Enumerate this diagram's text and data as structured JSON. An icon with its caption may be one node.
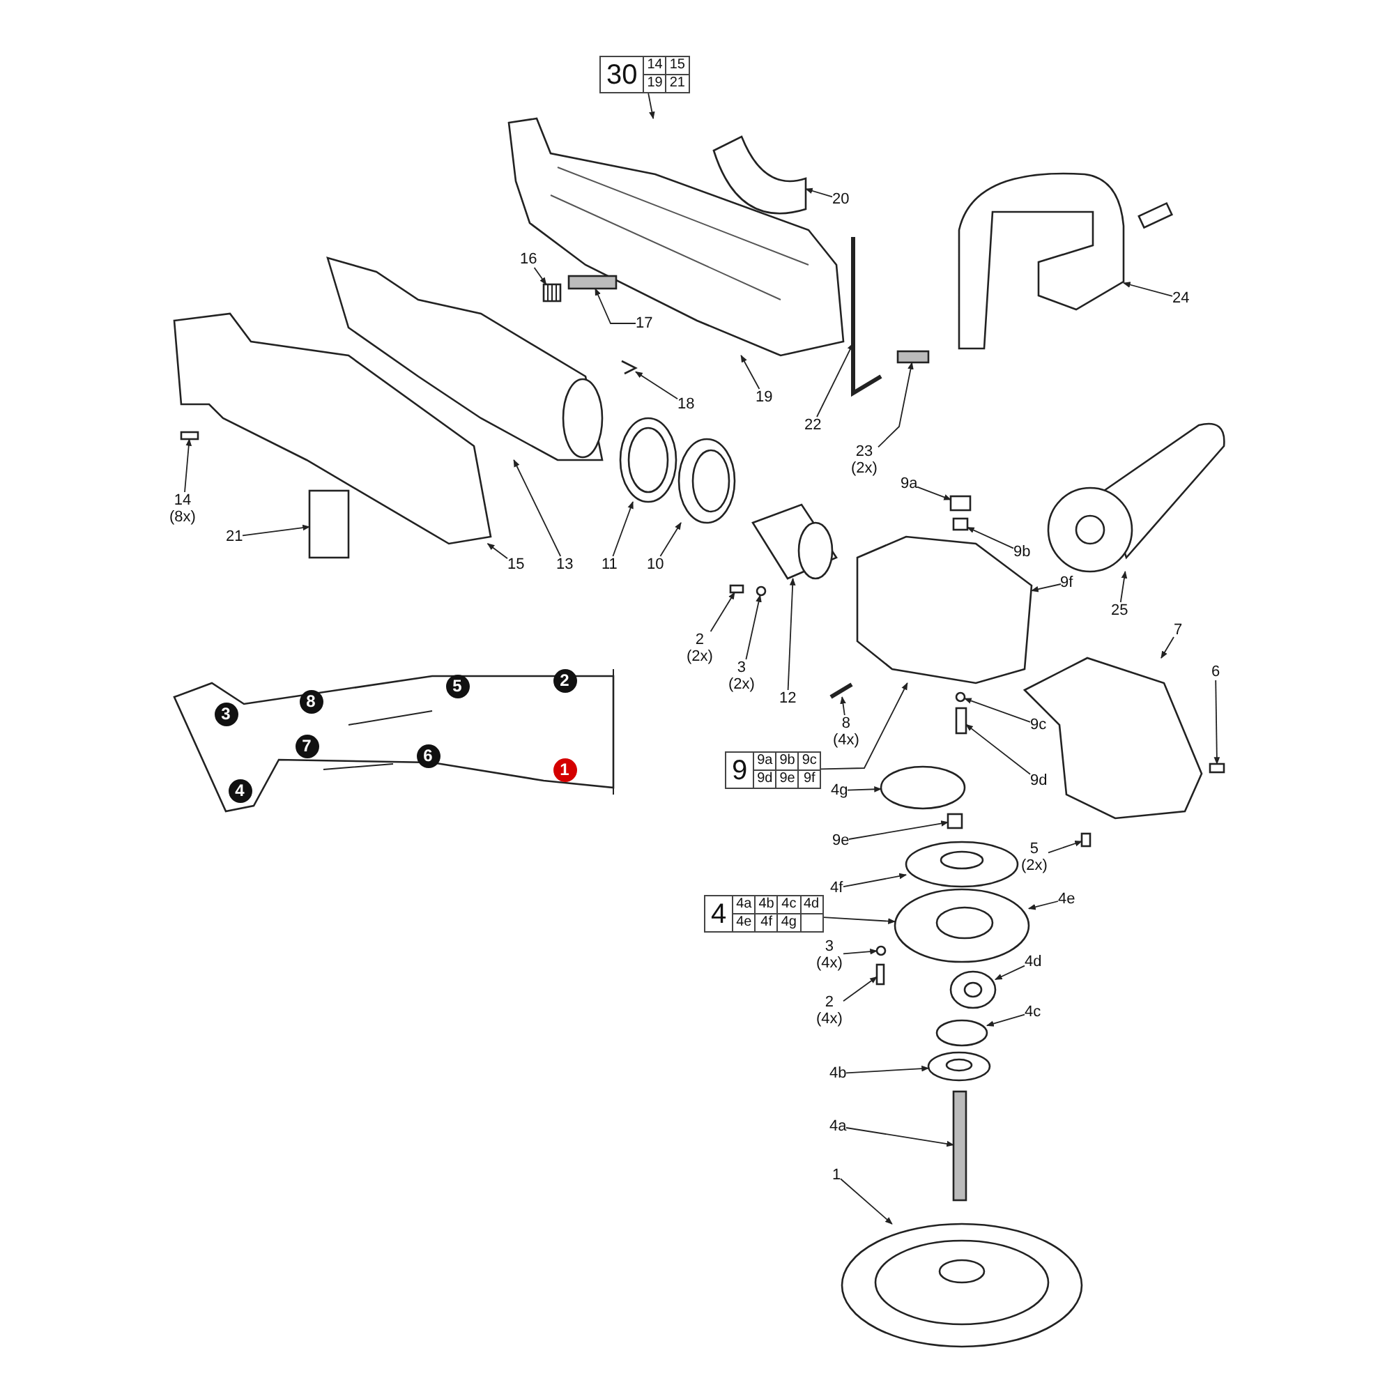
{
  "diagram": {
    "nodes": [
      {
        "text": [
          "30",
          "14",
          "15",
          "19",
          "21"
        ]
      },
      {
        "text": [
          "20"
        ]
      },
      {
        "text": [
          "16"
        ]
      },
      {
        "text": [
          "17"
        ]
      },
      {
        "text": [
          "18"
        ]
      },
      {
        "text": [
          "24"
        ]
      },
      {
        "text": [
          "19"
        ]
      },
      {
        "text": [
          "22"
        ]
      },
      {
        "text": [
          "23 (2x)"
        ]
      },
      {
        "text": [
          "14 (8x)"
        ]
      },
      {
        "text": [
          "21"
        ]
      },
      {
        "text": [
          "15"
        ]
      },
      {
        "text": [
          "13"
        ]
      },
      {
        "text": [
          "11"
        ]
      },
      {
        "text": [
          "10"
        ]
      },
      {
        "text": [
          "9a"
        ]
      },
      {
        "text": [
          "9b"
        ]
      },
      {
        "text": [
          "9f"
        ]
      },
      {
        "text": [
          "25"
        ]
      },
      {
        "text": [
          "2 (2x)"
        ]
      },
      {
        "text": [
          "3 (2x)"
        ]
      },
      {
        "text": [
          "12"
        ]
      },
      {
        "text": [
          "8 (4x)"
        ]
      },
      {
        "text": [
          "7"
        ]
      },
      {
        "text": [
          "6"
        ]
      },
      {
        "text": [
          "9",
          "9a",
          "9b",
          "9c",
          "9d",
          "9e",
          "9f"
        ]
      },
      {
        "text": [
          "9c"
        ]
      },
      {
        "text": [
          "9d"
        ]
      },
      {
        "text": [
          "4g"
        ]
      },
      {
        "text": [
          "9e"
        ]
      },
      {
        "text": [
          "5 (2x)"
        ]
      },
      {
        "text": [
          "4f"
        ]
      },
      {
        "text": [
          "4",
          "4a",
          "4b",
          "4c",
          "4d",
          "4e",
          "4f",
          "4g"
        ]
      },
      {
        "text": [
          "4e"
        ]
      },
      {
        "text": [
          "3 (4x)"
        ]
      },
      {
        "text": [
          "4d"
        ]
      },
      {
        "text": [
          "2 (4x)"
        ]
      },
      {
        "text": [
          "4c"
        ]
      },
      {
        "text": [
          "4b"
        ]
      },
      {
        "text": [
          "4a"
        ]
      },
      {
        "text": [
          "1"
        ]
      },
      {
        "text": [],
        "shape": "picture"
      },
      {
        "text": [],
        "shape": "picture"
      },
      {
        "text": [],
        "shape": "picture"
      },
      {
        "text": [],
        "shape": "bar"
      },
      {
        "text": [],
        "shape": "picture"
      },
      {
        "text": [],
        "shape": "picture"
      },
      {
        "text": [],
        "shape": "picture"
      },
      {
        "text": [],
        "shape": "bar"
      },
      {
        "text": [],
        "shape": "box"
      },
      {
        "text": [],
        "shape": "box"
      },
      {
        "text": [],
        "shape": "picture"
      },
      {
        "text": [],
        "shape": "picture"
      },
      {
        "text": [],
        "shape": "picture"
      },
      {
        "text": [],
        "shape": "picture"
      },
      {
        "text": [],
        "shape": "box"
      },
      {
        "text": [],
        "shape": "box"
      },
      {
        "text": [],
        "shape": "picture"
      },
      {
        "text": [],
        "shape": "picture"
      },
      {
        "text": [],
        "shape": "box"
      },
      {
        "text": [],
        "shape": "circle"
      },
      {
        "text": [],
        "shape": "picture"
      },
      {
        "text": [],
        "shape": "picture"
      },
      {
        "text": [],
        "shape": "picture"
      },
      {
        "text": [],
        "shape": "box"
      },
      {
        "text": [],
        "shape": "circle"
      },
      {
        "text": [],
        "shape": "box"
      },
      {
        "text": [],
        "shape": "circle"
      },
      {
        "text": [],
        "shape": "box"
      },
      {
        "text": [],
        "shape": "box"
      },
      {
        "text": [],
        "shape": "picture"
      },
      {
        "text": [],
        "shape": "picture"
      },
      {
        "text": [],
        "shape": "circle"
      },
      {
        "text": [],
        "shape": "picture"
      },
      {
        "text": [],
        "shape": "box"
      },
      {
        "text": [],
        "shape": "circle"
      },
      {
        "text": [],
        "shape": "picture"
      },
      {
        "text": [],
        "shape": "bar"
      },
      {
        "text": [],
        "shape": "picture"
      }
    ],
    "edges": [
      {
        "from": 0,
        "to": 41,
        "arrow": "to"
      },
      {
        "from": 1,
        "to": 42,
        "arrow": "to"
      },
      {
        "from": 2,
        "to": 43,
        "arrow": "to"
      },
      {
        "from": 3,
        "to": 44,
        "arrow": "to"
      },
      {
        "from": 4,
        "to": 45,
        "arrow": "to"
      },
      {
        "from": 5,
        "to": 46,
        "arrow": "to"
      },
      {
        "from": 6,
        "to": 41,
        "arrow": "to"
      },
      {
        "from": 7,
        "to": 47,
        "arrow": "to"
      },
      {
        "from": 8,
        "to": 48,
        "arrow": "to"
      },
      {
        "from": 9,
        "to": 49,
        "arrow": "to"
      },
      {
        "from": 10,
        "to": 50,
        "arrow": "to"
      },
      {
        "from": 11,
        "to": 51,
        "arrow": "to"
      },
      {
        "from": 12,
        "to": 52,
        "arrow": "to"
      },
      {
        "from": 13,
        "to": 53,
        "arrow": "to"
      },
      {
        "from": 14,
        "to": 54,
        "arrow": "to"
      },
      {
        "from": 15,
        "to": 55,
        "arrow": "to"
      },
      {
        "from": 16,
        "to": 56,
        "arrow": "to"
      },
      {
        "from": 17,
        "to": 57,
        "arrow": "to"
      },
      {
        "from": 18,
        "to": 58,
        "arrow": "to"
      },
      {
        "from": 19,
        "to": 59,
        "arrow": "to"
      },
      {
        "from": 20,
        "to": 60,
        "arrow": "to"
      },
      {
        "from": 21,
        "to": 61,
        "arrow": "to"
      },
      {
        "from": 22,
        "to": 62,
        "arrow": "to"
      },
      {
        "from": 23,
        "to": 63,
        "arrow": "to"
      },
      {
        "from": 24,
        "to": 64,
        "arrow": "to"
      },
      {
        "from": 25,
        "to": 57,
        "arrow": "to"
      },
      {
        "from": 26,
        "to": 65,
        "arrow": "to"
      },
      {
        "from": 27,
        "to": 66,
        "arrow": "to"
      },
      {
        "from": 28,
        "to": 67,
        "arrow": "to"
      },
      {
        "from": 29,
        "to": 68,
        "arrow": "to"
      },
      {
        "from": 30,
        "to": 69,
        "arrow": "to"
      },
      {
        "from": 31,
        "to": 70,
        "arrow": "to"
      },
      {
        "from": 32,
        "to": 71,
        "arrow": "to"
      },
      {
        "from": 33,
        "to": 71,
        "arrow": "to"
      },
      {
        "from": 34,
        "to": 72,
        "arrow": "to"
      },
      {
        "from": 35,
        "to": 73,
        "arrow": "to"
      },
      {
        "from": 36,
        "to": 74,
        "arrow": "to"
      },
      {
        "from": 37,
        "to": 75,
        "arrow": "to"
      },
      {
        "from": 38,
        "to": 76,
        "arrow": "to"
      },
      {
        "from": 39,
        "to": 77,
        "arrow": "to"
      },
      {
        "from": 40,
        "to": 78,
        "arrow": "to"
      }
    ],
    "labels": [
      "5",
      "2",
      "8",
      "3",
      "7",
      "6",
      "1",
      "4"
    ]
  }
}
